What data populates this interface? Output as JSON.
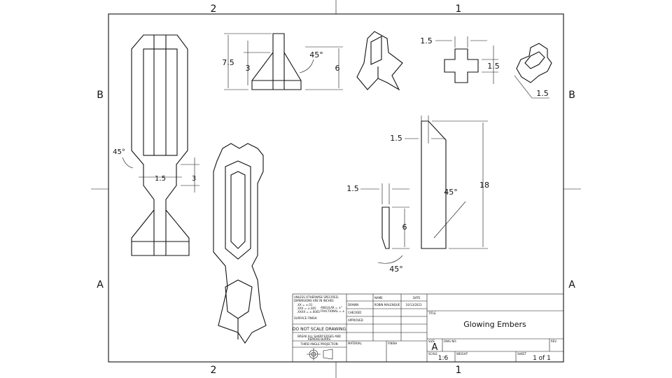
{
  "zones": {
    "top": [
      "2",
      "1"
    ],
    "bottom": [
      "2",
      "1"
    ],
    "left": [
      "B",
      "A"
    ],
    "right": [
      "B",
      "A"
    ]
  },
  "dimensions": {
    "front_height_total": "7.5",
    "front_height_inner": "3",
    "front_right": "6",
    "front_angle": "45°",
    "cross_top": "1.5",
    "cross_side": "1.5",
    "iso_small": "1.5",
    "left_angle": "45°",
    "left_width": "1.5",
    "left_height": "3",
    "side_top": "1.5",
    "side_height": "18",
    "side_angle": "45°",
    "small_width": "1.5",
    "small_height": "6",
    "small_angle": "45°"
  },
  "title_block": {
    "notes": [
      "UNLESS OTHERWISE SPECIFIED,",
      "DIMENSIONS ARE IN INCHES",
      ".XX = ±.01",
      ".XXX = ±.005",
      ".XXXX = ±.0005",
      "ANGULAR = ±°",
      "FRACTIONAL = ±",
      "SURFACE FINISH"
    ],
    "do_not_scale": "DO NOT SCALE DRAWING",
    "break_edges": [
      "BREAK ALL SHARP EDGES AND",
      "REMOVE BURRS"
    ],
    "projection": "THIRD ANGLE PROJECTION",
    "name_header": "NAME",
    "date_header": "DATE",
    "drawn_label": "DRAWN",
    "drawn_name": "ROBIN MALENQUE",
    "drawn_date": "10/13/2023",
    "checked_label": "CHECKED",
    "approved_label": "APPROVED",
    "material_label": "MATERIAL",
    "finish_label": "FINISH",
    "title_label": "TITLE",
    "title": "Glowing Embers",
    "size_label": "SIZE",
    "size": "A",
    "dwg_label": "DWG NO.",
    "rev_label": "REV.",
    "scale_label": "SCALE",
    "scale": "1:6",
    "weight_label": "WEIGHT",
    "sheet_label": "SHEET",
    "sheet": "1 of 1"
  }
}
